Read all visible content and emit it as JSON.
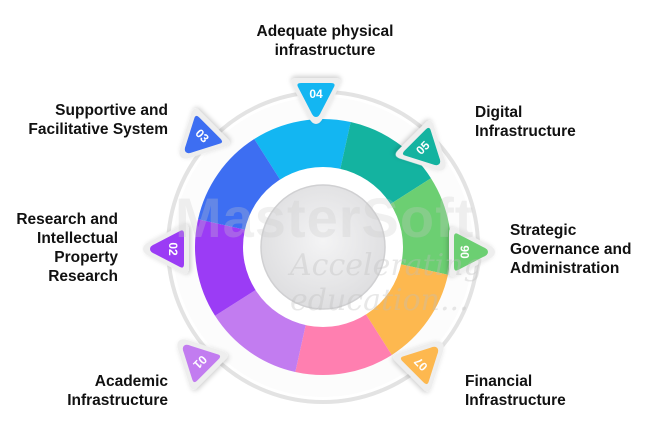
{
  "diagram": {
    "type": "circular-segment-wheel",
    "segments": [
      {
        "number": "01",
        "label_lines": [
          "Academic",
          "Infrastructure"
        ],
        "color": "#c27cf0"
      },
      {
        "number": "02",
        "label_lines": [
          "Research and",
          "Intellectual",
          "Property",
          "Research"
        ],
        "color": "#9b3cf5"
      },
      {
        "number": "03",
        "label_lines": [
          "Supportive and",
          "Facilitative System"
        ],
        "color": "#3d6ef2"
      },
      {
        "number": "04",
        "label_lines": [
          "Adequate physical",
          "infrastructure"
        ],
        "color": "#13b6f2"
      },
      {
        "number": "05",
        "label_lines": [
          "Digital",
          "Infrastructure"
        ],
        "color": "#14b3a0"
      },
      {
        "number": "06",
        "label_lines": [
          "Strategic",
          "Governance and",
          "Administration"
        ],
        "color": "#6ccf72"
      },
      {
        "number": "07",
        "label_lines": [
          "Financial",
          "Infrastructure"
        ],
        "color": "#fdb84f"
      },
      {
        "number": "",
        "label_lines": [],
        "color": "#ff7fb0"
      }
    ],
    "watermark": {
      "line1": "MasterSoft",
      "line2": "Accelerating education..."
    }
  }
}
